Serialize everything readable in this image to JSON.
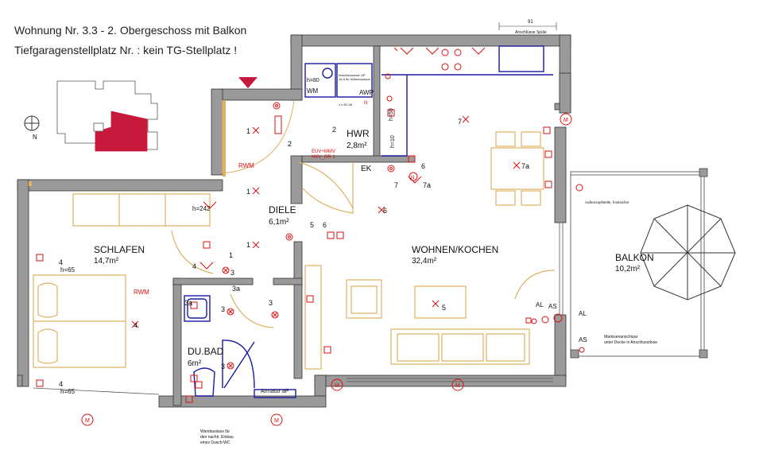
{
  "header": {
    "line1": "Wohnung Nr. 3.3 - 2. Obergeschoss mit Balkon",
    "line2": "Tiefgaragenstellplatz Nr. : kein TG-Stellplatz !"
  },
  "compass": {
    "north": "N"
  },
  "rooms": {
    "schlafen": {
      "name": "SCHLAFEN",
      "area": "14,7m²"
    },
    "diele": {
      "name": "DIELE",
      "area": "6,1m²"
    },
    "wohnen": {
      "name": "WOHNEN/KOCHEN",
      "area": "32,4m²"
    },
    "hwr": {
      "name": "HWR",
      "area": "2,8m²"
    },
    "dubad": {
      "name": "DU.BAD",
      "area": "6m²"
    },
    "balkon": {
      "name": "BALKON",
      "area": "10,2m²"
    }
  },
  "labels": {
    "wm": "WM",
    "awp": "AWP",
    "ek": "EK",
    "h80": "h=80",
    "h50": "h=50",
    "h10": "h=10",
    "h242": "h=242",
    "h65a": "h=65",
    "h65b": "h=65",
    "rwm1": "RWM",
    "rwm2": "RWM",
    "armatur": "Armatur aP",
    "euv": "EUV+MMV",
    "hkv": "HKV_GR 1",
    "al1": "AL",
    "al2": "AL",
    "as1": "AS",
    "as2": "AS",
    "spuele_dim": "91",
    "spuele": "Anschlüsse Spüle",
    "aussenzapf": "Außenzapfstelle, frostsicher",
    "markise1": "Markisenanschluss",
    "markise2": "unter Decke in Anschlussdose",
    "wand1": "Wandauslass für",
    "wand2": "den nachtr. Einbau",
    "wand3": "eines Dusch-WC",
    "awp_note1": "Anschlussdose UP",
    "awp_note2": "16 A für Wärmepumpe",
    "rj45": "1 x RJ-45",
    "m": "M",
    "n": "N"
  },
  "markers": {
    "n1": "1",
    "n2": "2",
    "n3": "3",
    "n3a": "3a",
    "n4": "4",
    "n5": "5",
    "n6": "6",
    "n7": "7",
    "n7a": "7a"
  },
  "colors": {
    "wall": "#9a9a9a",
    "wall_edge": "#333333",
    "furniture": "#e0b060",
    "electric": "#dd1111",
    "plumbing": "#1a1aa0",
    "unit_highlight": "#c8193c"
  }
}
